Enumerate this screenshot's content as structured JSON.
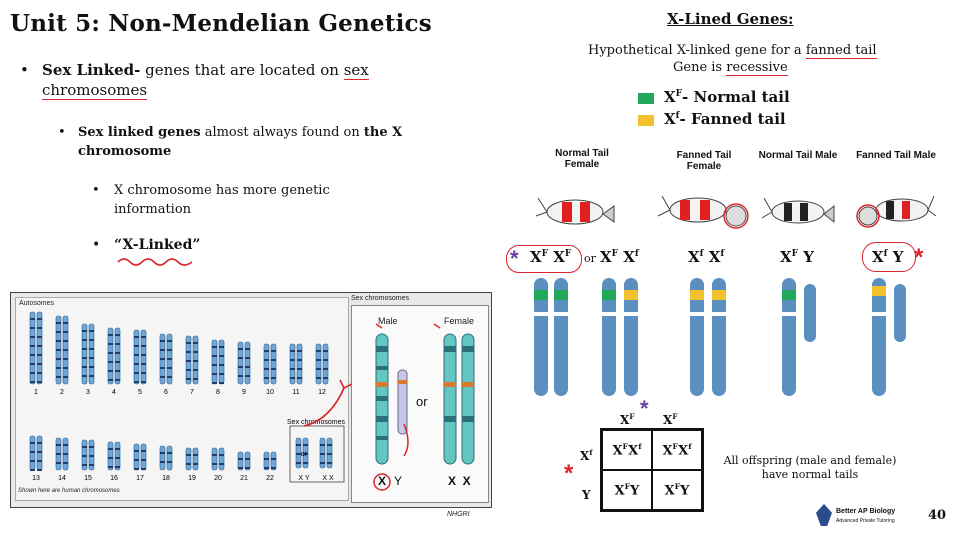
{
  "title": "Unit 5: Non-Mendelian Genetics",
  "bullets": {
    "b1_bold": "Sex Linked-",
    "b1_text_a": " genes that are located on ",
    "b1_text_b": "sex chromosomes",
    "b2_bold": "Sex linked genes",
    "b2_text": " almost always found on ",
    "b2_bold2": "the X chromosome",
    "b3_text": "X chromosome has more genetic information",
    "b4_text": "“X-Linked”"
  },
  "karyotype": {
    "autosomes_label": "Autosomes",
    "sex_chrom_label": "Sex chromosomes",
    "sex_chrom_small_label": "Sex chromosomes",
    "numbers_row1": [
      "1",
      "2",
      "3",
      "4",
      "5",
      "6",
      "7",
      "8",
      "9",
      "10",
      "11",
      "12"
    ],
    "numbers_row2": [
      "13",
      "14",
      "15",
      "16",
      "17",
      "18",
      "19",
      "20",
      "21",
      "22"
    ],
    "xy_label": "X Y",
    "xx_label": "X X",
    "or_small": "or",
    "footer": "Shown here are human chromosomes",
    "credit": "NHGRI",
    "male_label": "Male",
    "female_label": "Female",
    "or_big": "or",
    "male_geno_x": "X",
    "male_geno_y": "Y",
    "female_geno": "X  X"
  },
  "right": {
    "heading": "X-Lined Genes:",
    "line1_a": "Hypothetical X-linked gene for a ",
    "line1_b": "fanned tail",
    "line2_a": "Gene is ",
    "line2_b": "recessive",
    "legend": [
      {
        "allele": "F",
        "text": "- Normal tail",
        "color": "#22a85a"
      },
      {
        "allele": "f",
        "text": "- Fanned tail",
        "color": "#f2c12e"
      }
    ],
    "columns": [
      {
        "label": "Normal Tail Female",
        "geno": "XF XF"
      },
      {
        "label": "Fanned Tail Female",
        "geno": "Xf Xf"
      },
      {
        "label": "Normal Tail Male",
        "geno": "XF Y"
      },
      {
        "label": "Fanned Tail Male",
        "geno": "Xf Y"
      }
    ],
    "or_word": "or",
    "summary": "All offspring (male and female) have normal tails",
    "punnett": {
      "top": [
        "X",
        "X"
      ],
      "left": [
        "X",
        "Y"
      ],
      "cells": [
        "XFXf",
        "XFXf",
        "XFY",
        "XFY"
      ]
    },
    "logo_line1": "Better AP Biology",
    "logo_line2": "Advanced Private Tutoring",
    "page_number": "40"
  },
  "colors": {
    "chromosome_blue": "#5a8fc0",
    "normal_green": "#22a85a",
    "fanned_yellow": "#f2c12e",
    "annotation_red": "#d8262c",
    "annotation_purple": "#6b3fa0"
  }
}
